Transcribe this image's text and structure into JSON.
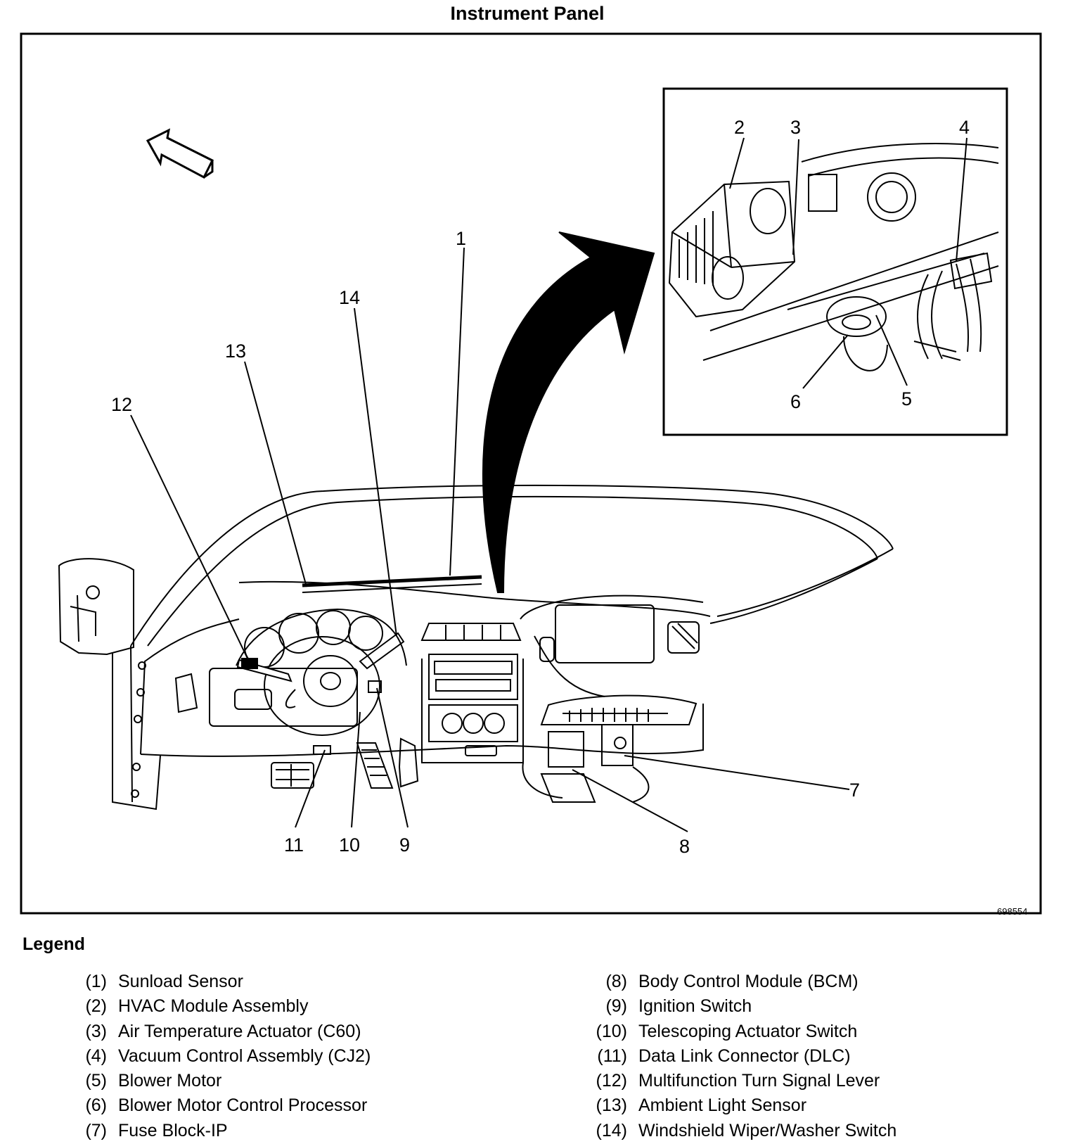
{
  "title": "Instrument Panel",
  "figure_id": "698554",
  "callouts": [
    "1",
    "2",
    "3",
    "4",
    "5",
    "6",
    "7",
    "8",
    "9",
    "10",
    "11",
    "12",
    "13",
    "14"
  ],
  "legend": {
    "heading": "Legend",
    "left": [
      {
        "num": "(1)",
        "label": "Sunload Sensor"
      },
      {
        "num": "(2)",
        "label": "HVAC Module Assembly"
      },
      {
        "num": "(3)",
        "label": "Air Temperature Actuator (C60)"
      },
      {
        "num": "(4)",
        "label": "Vacuum Control Assembly (CJ2)"
      },
      {
        "num": "(5)",
        "label": "Blower Motor"
      },
      {
        "num": "(6)",
        "label": "Blower Motor Control Processor"
      },
      {
        "num": "(7)",
        "label": "Fuse Block-IP"
      }
    ],
    "right": [
      {
        "num": "(8)",
        "label": "Body Control Module (BCM)"
      },
      {
        "num": "(9)",
        "label": "Ignition Switch"
      },
      {
        "num": "(10)",
        "label": "Telescoping Actuator Switch"
      },
      {
        "num": "(11)",
        "label": "Data Link Connector (DLC)"
      },
      {
        "num": "(12)",
        "label": "Multifunction Turn Signal Lever"
      },
      {
        "num": "(13)",
        "label": "Ambient Light Sensor"
      },
      {
        "num": "(14)",
        "label": "Windshield Wiper/Washer Switch"
      }
    ]
  }
}
